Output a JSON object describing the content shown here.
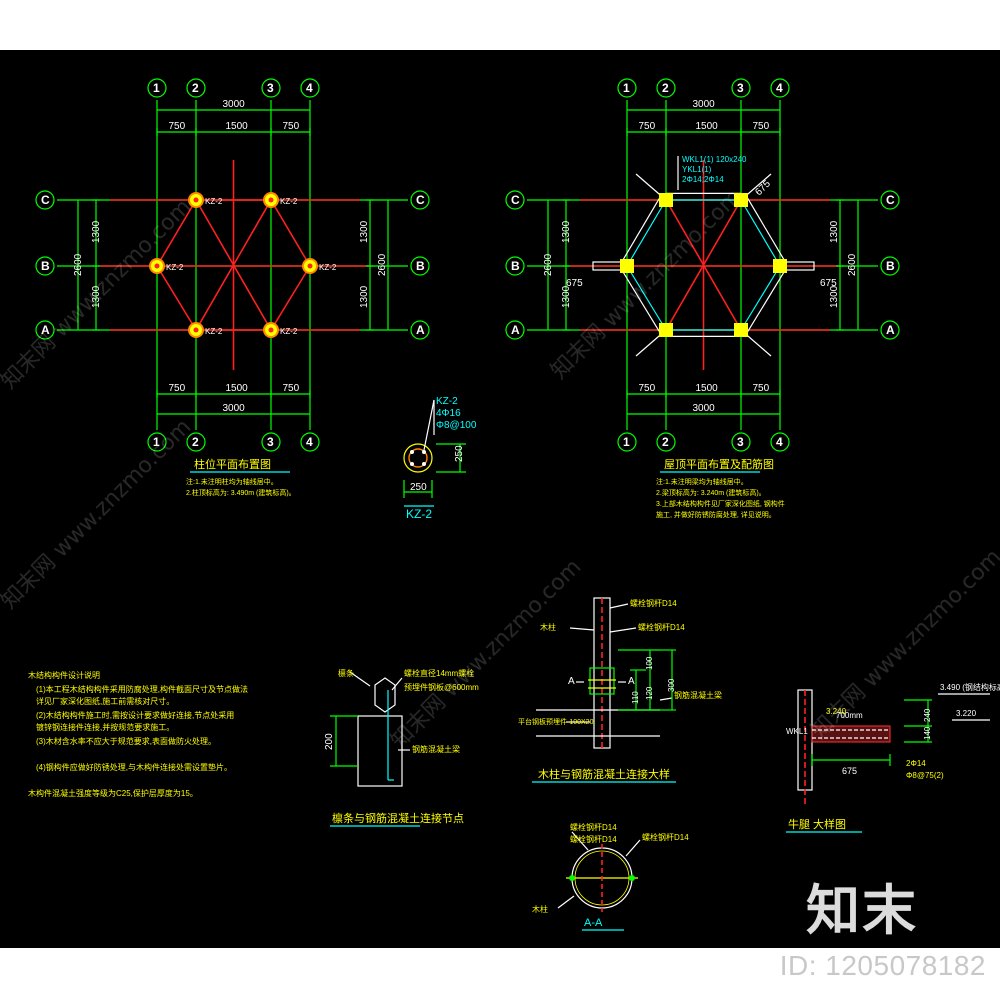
{
  "plan_left": {
    "axes_top": [
      "1",
      "2",
      "3",
      "4"
    ],
    "axes_bottom": [
      "1",
      "2",
      "3",
      "4"
    ],
    "axes_left": [
      "C",
      "B",
      "A"
    ],
    "axes_right": [
      "C",
      "B",
      "A"
    ],
    "dim_total_top": "3000",
    "dim_parts_top": [
      "750",
      "1500",
      "750"
    ],
    "dim_total_bottom": "3000",
    "dim_parts_bottom": [
      "750",
      "1500",
      "750"
    ],
    "dim_left_total": "2600",
    "dim_left_parts": [
      "1300",
      "1300"
    ],
    "dim_right_total": "2600",
    "dim_right_parts": [
      "1300",
      "1300"
    ],
    "column_labels": [
      "KZ-2",
      "KZ-2",
      "KZ-2",
      "KZ-2",
      "KZ-2",
      "KZ-2"
    ],
    "title": "柱位平面布置图",
    "notes": [
      "注:1.未注明柱均为轴线居中。",
      "2.柱顶标高为: 3.490m (建筑标高)。"
    ]
  },
  "plan_right": {
    "axes_top": [
      "1",
      "2",
      "3",
      "4"
    ],
    "axes_bottom": [
      "1",
      "2",
      "3",
      "4"
    ],
    "axes_left": [
      "C",
      "B",
      "A"
    ],
    "axes_right": [
      "C",
      "B",
      "A"
    ],
    "dim_total_top": "3000",
    "dim_parts_top": [
      "750",
      "1500",
      "750"
    ],
    "dim_total_bottom": "3000",
    "dim_parts_bottom": [
      "750",
      "1500",
      "750"
    ],
    "dim_left_total": "2600",
    "dim_left_parts": [
      "1300",
      "1300"
    ],
    "dim_right_total": "2600",
    "dim_right_parts": [
      "1300",
      "1300"
    ],
    "dim_cantilever": [
      "675",
      "675",
      "675"
    ],
    "beam_labels": [
      "WKL1(1) 120x240",
      "YKL1(1)",
      "2Φ14;2Φ14"
    ],
    "title": "屋顶平面布置及配筋图",
    "notes": [
      "注:1.未注明梁均为轴线居中。",
      "2.梁顶标高为: 3.240m (建筑标高)。",
      "3.上部木结构构件见厂家深化图纸, 钢构件",
      "施工, 并做好防锈防腐处理, 详见说明。"
    ]
  },
  "column_section": {
    "labels": [
      "KZ-2",
      "4Φ16",
      "Φ8@100"
    ],
    "dim_h": "250",
    "dim_v": "250",
    "name": "KZ-2"
  },
  "spec_notes": {
    "title": "木结构构件设计说明",
    "lines": [
      "(1)本工程木结构构件采用防腐处理,构件截面尺寸及节点做法",
      "详见厂家深化图纸,施工前需核对尺寸。",
      "(2)木结构构件施工时,需按设计要求做好连接,节点处采用",
      "镀锌钢连接件连接,并按规范要求施工。",
      "(3)木材含水率不应大于规范要求,表面做防火处理。",
      "(4)钢构件应做好防锈处理,与木构件连接处需设置垫片。",
      "木构件混凝土强度等级为C25,保护层厚度为15。"
    ]
  },
  "detail_purlin": {
    "title": "檩条与钢筋混凝土连接节点",
    "labels": [
      "檩条",
      "螺栓直径14mm螺栓",
      "预埋件钢板@600mm",
      "钢筋混凝土梁"
    ],
    "dim": "200"
  },
  "detail_column": {
    "title": "木柱与钢筋混凝土连接大样",
    "labels": [
      "螺栓钢杆D14",
      "木柱",
      "螺栓钢杆D14",
      "钢筋混凝土梁",
      "平台钢板预埋件-100X20"
    ],
    "dims": [
      "110",
      "120",
      "300",
      "100"
    ],
    "section_mark": "A",
    "section_mark_right": "A"
  },
  "detail_section_aa": {
    "title": "A-A",
    "labels": [
      "螺栓钢杆D14",
      "螺栓钢杆D14",
      "螺栓钢杆D14",
      "木柱"
    ]
  },
  "detail_bracket": {
    "title": "牛腿 大样图",
    "labels": [
      "WKL1",
      "3.240",
      "3.490 (钢结构标高)",
      "3.220",
      "2Φ14",
      "Φ8@75(2)",
      "700mm"
    ],
    "dims": [
      "240",
      "140",
      "675"
    ]
  },
  "watermark": {
    "text": "知末网 www.znzmo.com"
  },
  "logo": "知末",
  "footer_id": "ID: 1205078182"
}
